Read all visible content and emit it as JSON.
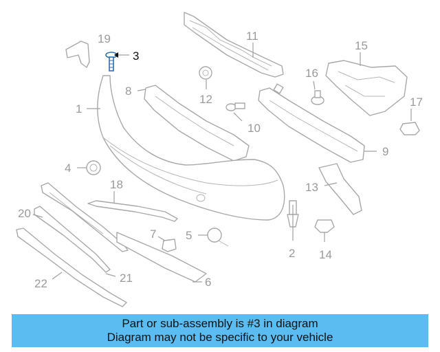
{
  "caption": {
    "line1": "Part or sub-assembly is #3 in diagram",
    "line2": "Diagram may not be specific to your vehicle"
  },
  "highlight_color": "#5bbcf2",
  "highlighted_part": "3",
  "callouts": [
    "1",
    "2",
    "3",
    "4",
    "5",
    "6",
    "7",
    "8",
    "9",
    "10",
    "11",
    "12",
    "13",
    "14",
    "15",
    "16",
    "17",
    "18",
    "19",
    "20",
    "21",
    "22"
  ]
}
